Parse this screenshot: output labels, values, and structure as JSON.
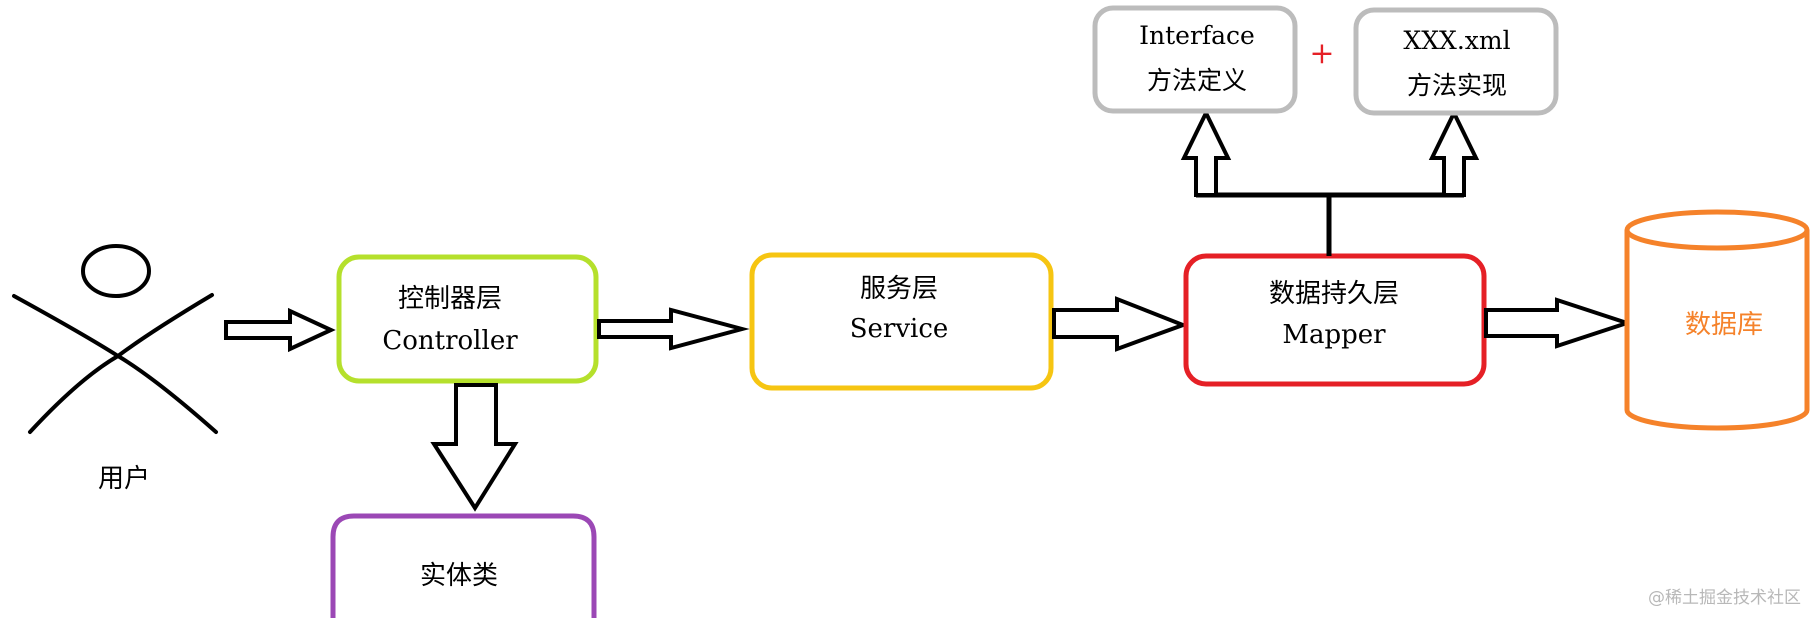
{
  "colors": {
    "controller": "#b5e02c",
    "service": "#f6c512",
    "mapper": "#e52026",
    "entity": "#9b48b5",
    "interface": "#bcbcbc",
    "database": "#f5822a",
    "plus": "#e52026",
    "line": "#000000"
  },
  "user": {
    "label": "用户",
    "icon": "stick-figure-icon"
  },
  "controller": {
    "line1": "控制器层",
    "line2": "Controller"
  },
  "service": {
    "line1": "服务层",
    "line2": "Service"
  },
  "mapper": {
    "line1": "数据持久层",
    "line2": "Mapper"
  },
  "entity": {
    "line1": "实体类"
  },
  "interface_box": {
    "line1": "Interface",
    "line2": "方法定义"
  },
  "xml_box": {
    "line1": "XXX.xml",
    "line2": "方法实现"
  },
  "plus_sign": "+",
  "database": {
    "label": "数据库",
    "icon": "database-cylinder-icon"
  },
  "watermark": "@稀土掘金技术社区"
}
